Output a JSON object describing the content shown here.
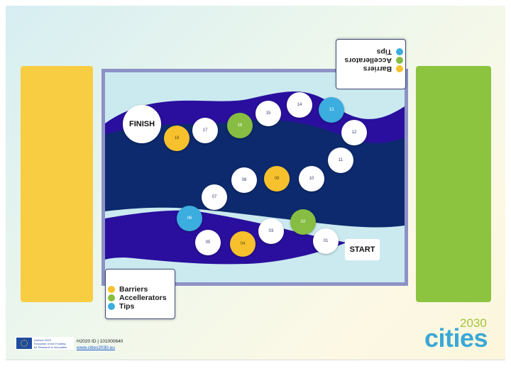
{
  "legend": {
    "items": [
      {
        "label": "Barriers",
        "color": "#f6c12d"
      },
      {
        "label": "Accellerators",
        "color": "#86bd42"
      },
      {
        "label": "Tips",
        "color": "#3badde"
      }
    ]
  },
  "board": {
    "finish_label": "FINISH",
    "start_label": "START",
    "colors": {
      "river_dark": "#0d2a6e",
      "river_purple": "#2a0f9e",
      "sky": "#cbeaf0",
      "frame": "#8d92c6"
    },
    "spots": [
      {
        "label": "01",
        "type": "white"
      },
      {
        "label": "02",
        "type": "accelerator"
      },
      {
        "label": "03",
        "type": "white"
      },
      {
        "label": "04",
        "type": "barrier"
      },
      {
        "label": "05",
        "type": "white"
      },
      {
        "label": "06",
        "type": "tip"
      },
      {
        "label": "07",
        "type": "white"
      },
      {
        "label": "08",
        "type": "white"
      },
      {
        "label": "09",
        "type": "barrier"
      },
      {
        "label": "10",
        "type": "white"
      },
      {
        "label": "11",
        "type": "white"
      },
      {
        "label": "12",
        "type": "white"
      },
      {
        "label": "13",
        "type": "tip"
      },
      {
        "label": "14",
        "type": "white"
      },
      {
        "label": "15",
        "type": "white"
      },
      {
        "label": "16",
        "type": "accelerator"
      },
      {
        "label": "17",
        "type": "white"
      },
      {
        "label": "18",
        "type": "barrier"
      }
    ]
  },
  "footer": {
    "eu_logo_text": [
      "Horizon 2020",
      "European Union Funding",
      "for Research & Innovation"
    ],
    "grant_id": "H2020 ID | 101000640",
    "website": "www.cities2030.eu",
    "brand_word": "cities",
    "brand_year": "2030"
  }
}
